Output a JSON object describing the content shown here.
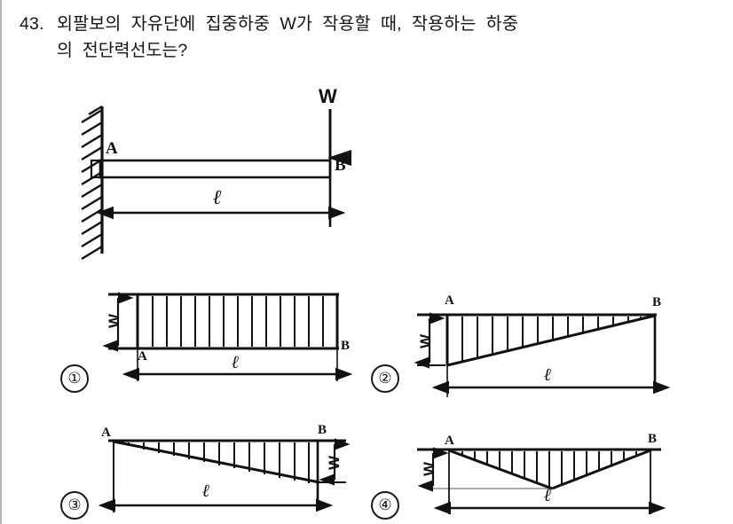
{
  "question": {
    "number": "43.",
    "line1": "외팔보의  자유단에  집중하중  W가  작용할  때,  작용하는  하중",
    "line2": "의  전단력선도는?"
  },
  "main_diagram": {
    "name": "cantilever-beam-with-point-load",
    "load_label": "W",
    "fixed_end_label": "A",
    "free_end_label": "B",
    "span_label": "ℓ",
    "support_type": "fixed-wall-hatched"
  },
  "options": [
    {
      "number": "①",
      "marker": "1",
      "shape": "rectangle",
      "description": "uniform constant shear diagram, full depth W from A to B",
      "left_label": "A",
      "right_label": "B",
      "depth_label": "W",
      "span_label": "ℓ",
      "hatch_count": 13
    },
    {
      "number": "②",
      "marker": "2",
      "shape": "triangle-decreasing",
      "description": "triangle with maximum depth W at A tapering to zero at B",
      "left_label": "A",
      "right_label": "B",
      "depth_label": "W",
      "span_label": "ℓ",
      "hatch_count": 13
    },
    {
      "number": "③",
      "marker": "3",
      "shape": "triangle-increasing",
      "description": "triangle with zero depth at A increasing to maximum W at B",
      "left_label": "A",
      "right_label": "B",
      "depth_label": "W",
      "span_label": "ℓ",
      "hatch_count": 13
    },
    {
      "number": "④",
      "marker": "4",
      "shape": "vee",
      "description": "V shape, zero at A and B with maximum depth W at mid-span",
      "left_label": "A",
      "right_label": "B",
      "depth_label": "W",
      "span_label": "ℓ",
      "hatch_count": 15
    }
  ],
  "colors": {
    "ink": "#111111",
    "paper": "#ffffff",
    "rule": "#b8b8b8"
  }
}
